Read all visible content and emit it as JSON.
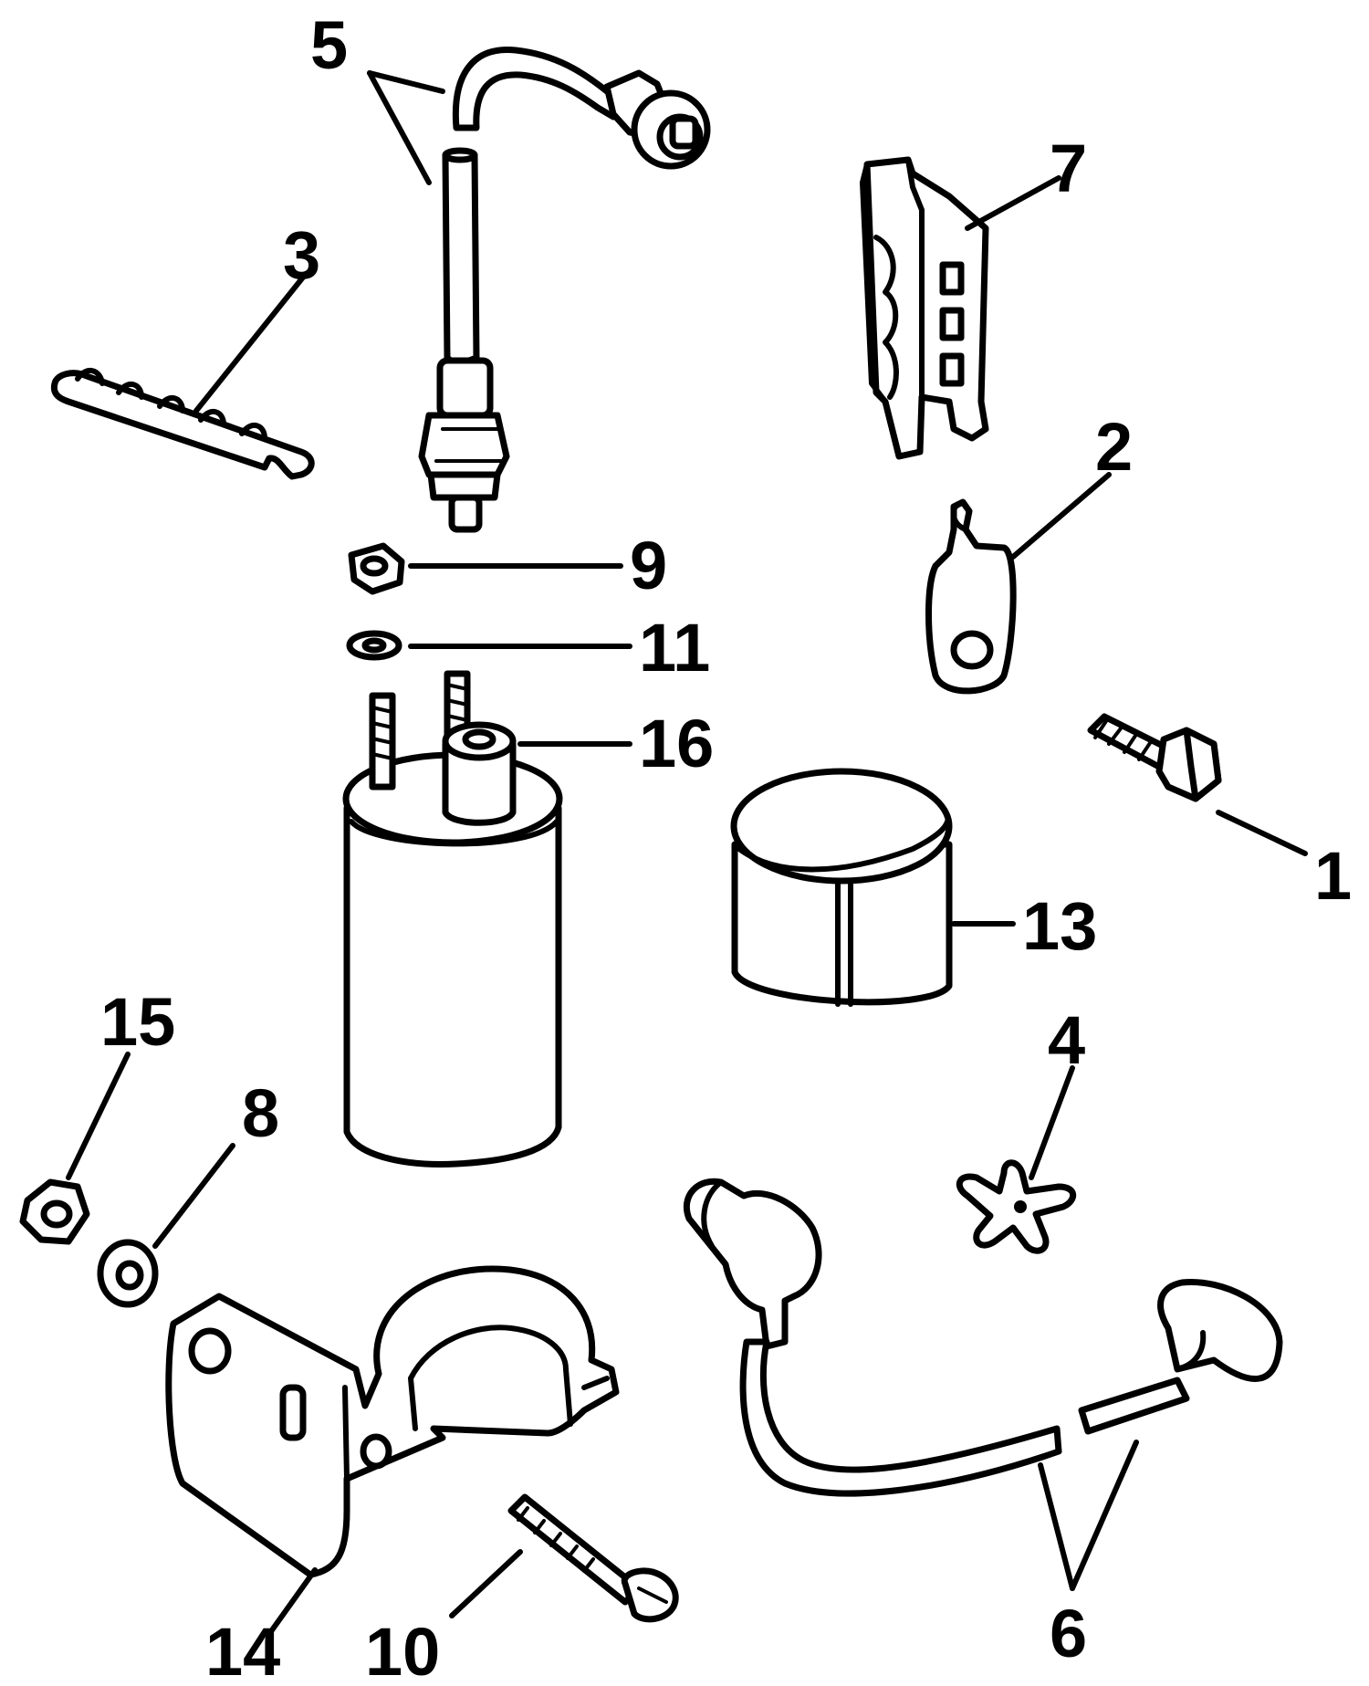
{
  "diagram": {
    "type": "exploded-parts-diagram",
    "line_color": "#000000",
    "background": "#ffffff",
    "callouts": [
      {
        "id": "1",
        "text": "1",
        "part": "bolt"
      },
      {
        "id": "2",
        "text": "2",
        "part": "ground-terminal"
      },
      {
        "id": "3",
        "text": "3",
        "part": "wire-retainer-strip"
      },
      {
        "id": "4",
        "text": "4",
        "part": "star-clip"
      },
      {
        "id": "5",
        "text": "5",
        "part": "primary-lead"
      },
      {
        "id": "6",
        "text": "6",
        "part": "spark-plug-lead"
      },
      {
        "id": "7",
        "text": "7",
        "part": "connector-block"
      },
      {
        "id": "8",
        "text": "8",
        "part": "lock-washer"
      },
      {
        "id": "9",
        "text": "9",
        "part": "hex-nut"
      },
      {
        "id": "10",
        "text": "10",
        "part": "screw"
      },
      {
        "id": "11",
        "text": "11",
        "part": "washer"
      },
      {
        "id": "13",
        "text": "13",
        "part": "insulating-sleeve"
      },
      {
        "id": "14",
        "text": "14",
        "part": "mounting-bracket"
      },
      {
        "id": "15",
        "text": "15",
        "part": "nut"
      },
      {
        "id": "16",
        "text": "16",
        "part": "ignition-coil"
      }
    ]
  }
}
